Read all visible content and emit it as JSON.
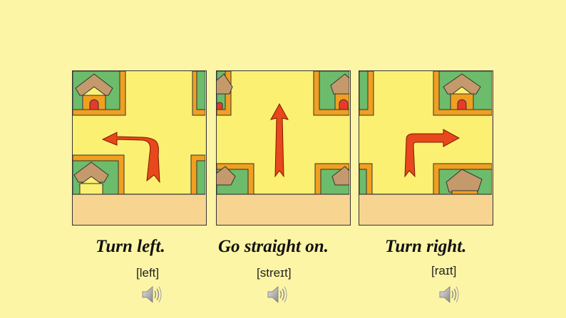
{
  "items": [
    {
      "caption": "Turn left.",
      "phonetic": "[left]",
      "speaker_icon": "speaker-icon"
    },
    {
      "caption": "Go straight on.",
      "phonetic": "[streɪt]",
      "speaker_icon": "speaker-icon"
    },
    {
      "caption": "Turn right.",
      "phonetic": "[raɪt]",
      "speaker_icon": "speaker-icon"
    }
  ],
  "colors": {
    "background": "#fdf5a6",
    "road": "#fbf072",
    "grass": "#6cbc6c",
    "curb": "#f0a020",
    "sand": "#f8d491",
    "arrow": "#e8481c"
  }
}
